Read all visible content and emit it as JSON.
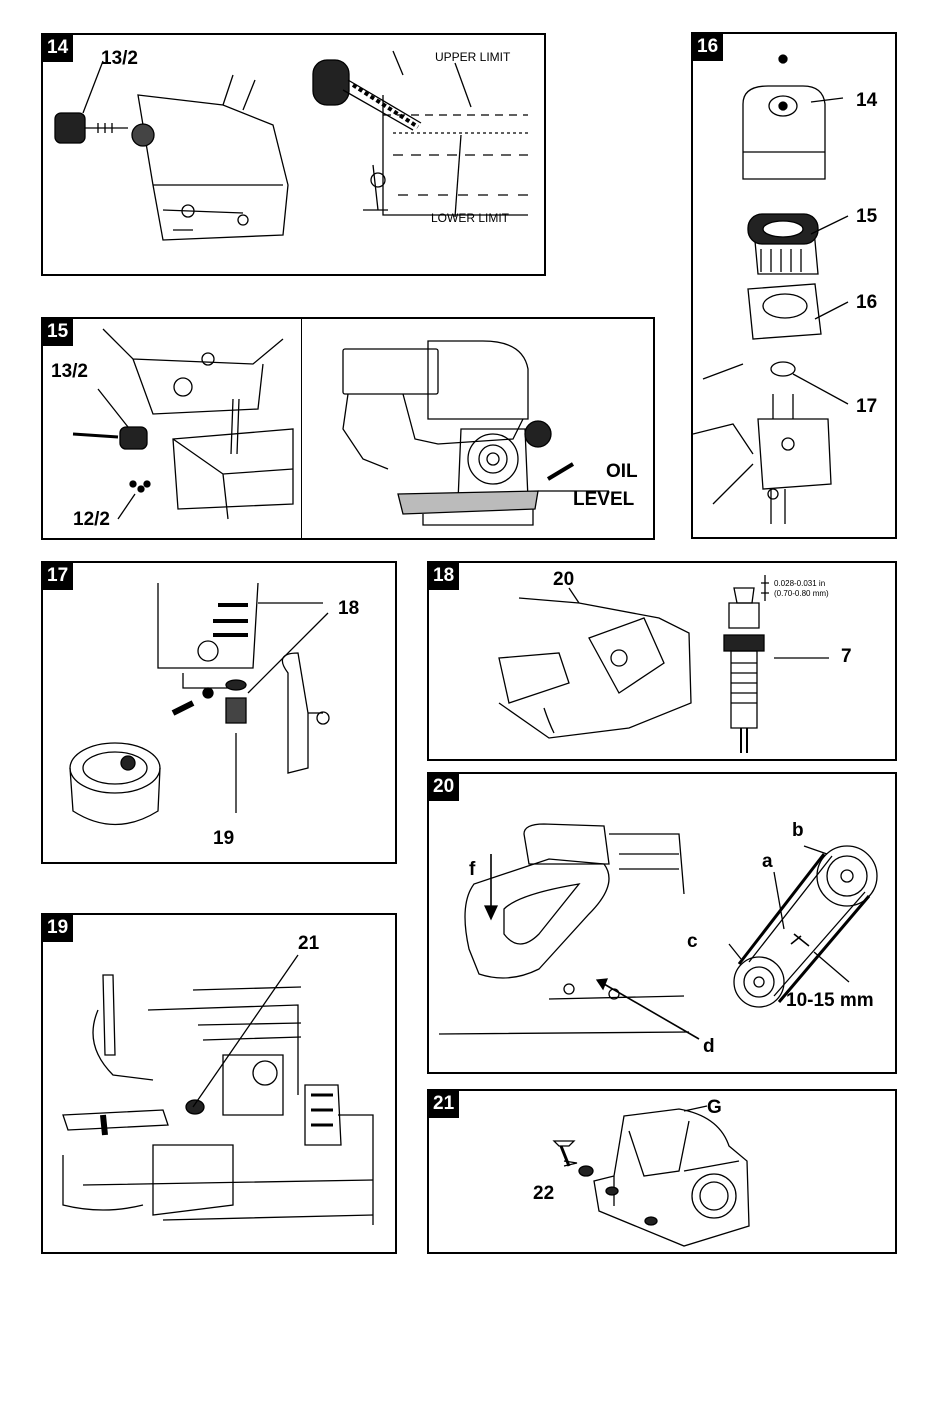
{
  "figures": [
    {
      "number": "14",
      "labels": {
        "part": "13/2",
        "upper": "UPPER LIMIT",
        "lower": "LOWER LIMIT"
      }
    },
    {
      "number": "15",
      "labels": {
        "part_a": "13/2",
        "part_b": "12/2",
        "oil": "OIL",
        "level": "LEVEL"
      }
    },
    {
      "number": "16",
      "labels": {
        "p14": "14",
        "p15": "15",
        "p16": "16",
        "p17": "17"
      }
    },
    {
      "number": "17",
      "labels": {
        "p18": "18",
        "p19": "19"
      }
    },
    {
      "number": "18",
      "labels": {
        "p20": "20",
        "p7": "7",
        "gap_in": "0.028-0.031 in",
        "gap_mm": "(0.70-0.80 mm)"
      }
    },
    {
      "number": "19",
      "labels": {
        "p21": "21"
      }
    },
    {
      "number": "20",
      "labels": {
        "f": "f",
        "d": "d",
        "a": "a",
        "b": "b",
        "c": "c",
        "tension": "10-15 mm"
      }
    },
    {
      "number": "21",
      "labels": {
        "g": "G",
        "p22": "22"
      }
    }
  ]
}
